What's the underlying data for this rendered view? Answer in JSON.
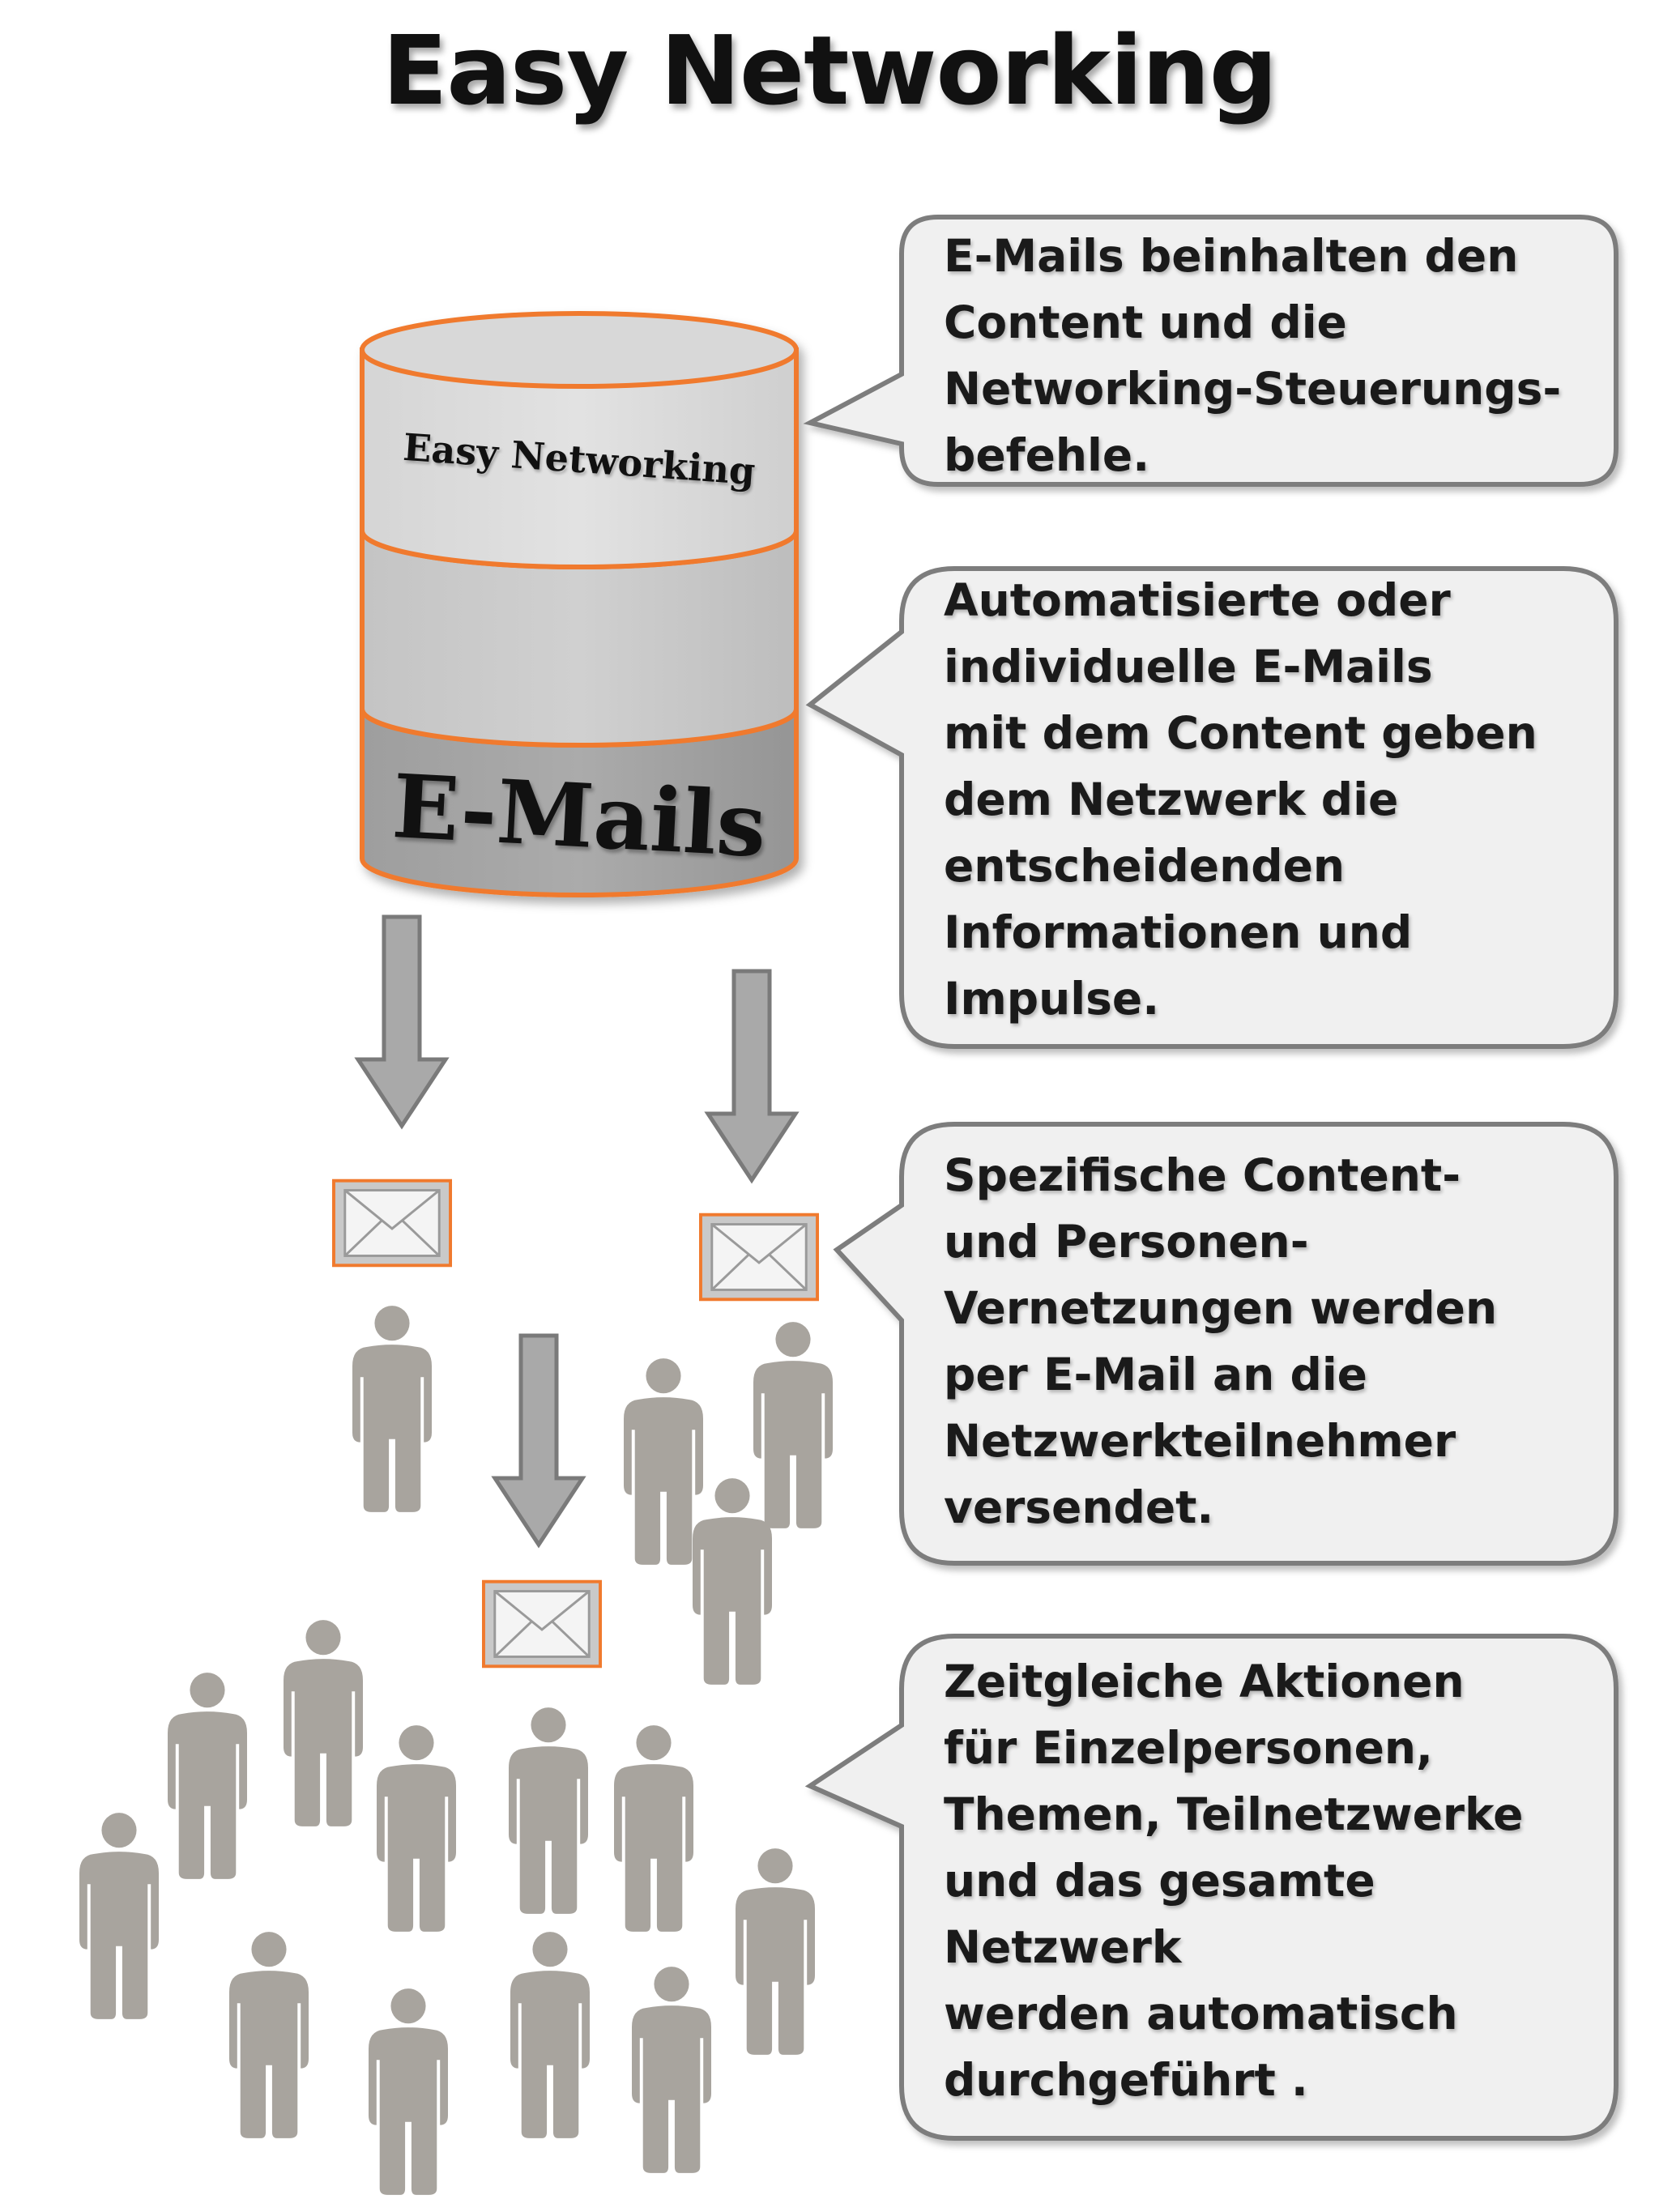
{
  "title": "Easy Networking",
  "database": {
    "top_label": "Easy Networking",
    "bottom_label": "E-Mails"
  },
  "bubbles": [
    {
      "text": "E-Mails beinhalten den\nContent und die\nNetworking-Steuerungs-\nbefehle."
    },
    {
      "text": "Automatisierte oder\nindividuelle  E-Mails\nmit dem Content geben\ndem Netzwerk die\nentscheidenden\nInformationen und\nImpulse."
    },
    {
      "text": "Spezifische Content-\nund Personen-\nVernetzungen werden\nper E-Mail an die\nNetzwerkteilnehmer\nversendet."
    },
    {
      "text": "Zeitgleiche Aktionen\nfür Einzelpersonen,\nThemen, Teilnetzwerke\nund das gesamte\nNetzwerk\nwerden automatisch\ndurchgeführt ."
    }
  ],
  "colors": {
    "accent_orange": "#f07a2e",
    "bubble_fill": "#f0f0f0",
    "bubble_stroke": "#7d7d7d",
    "arrow_fill": "#a9a9a9",
    "person_fill": "#a8a49e"
  },
  "icons": [
    "database-icon",
    "down-arrow-icon",
    "envelope-icon",
    "person-icon"
  ]
}
